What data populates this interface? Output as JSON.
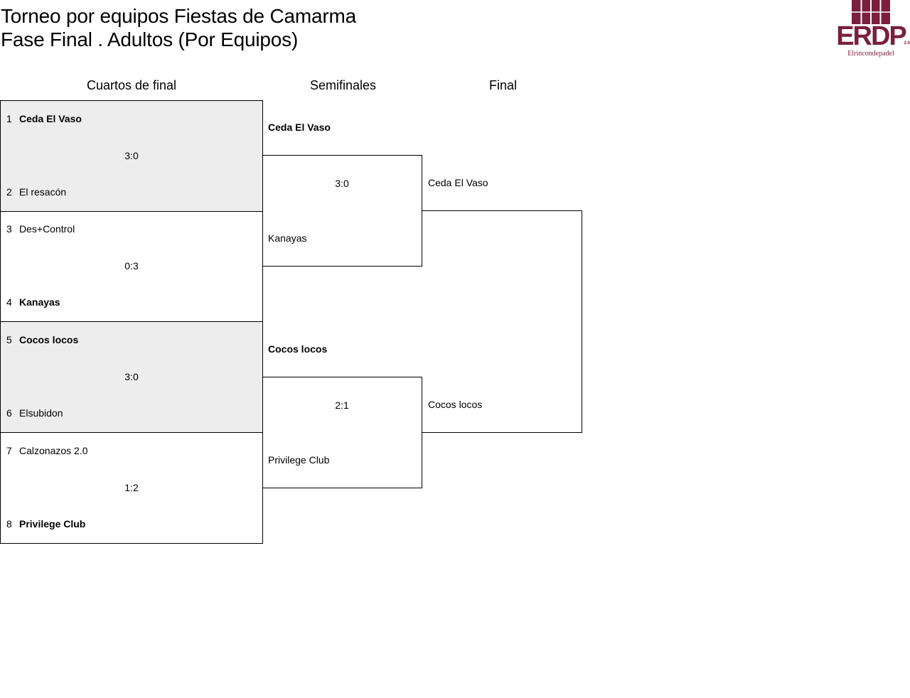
{
  "header": {
    "title_line1": "Torneo por equipos Fiestas de Camarma",
    "title_line2": "Fase Final . Adultos (Por Equipos)"
  },
  "logo": {
    "text": "ERDP",
    "version": "2.0",
    "subtitle": "Elrincondepadel",
    "color": "#7a1f3d"
  },
  "rounds": {
    "quarterfinals": "Cuartos de final",
    "semifinals": "Semifinales",
    "final": "Final"
  },
  "quarterfinals": [
    {
      "seed_a": "1",
      "team_a": "Ceda El Vaso",
      "score": "3:0",
      "seed_b": "2",
      "team_b": "El resacón",
      "winner": "a"
    },
    {
      "seed_a": "3",
      "team_a": "Des+Control",
      "score": "0:3",
      "seed_b": "4",
      "team_b": "Kanayas",
      "winner": "b"
    },
    {
      "seed_a": "5",
      "team_a": "Cocos locos",
      "score": "3:0",
      "seed_b": "6",
      "team_b": "Elsubidon",
      "winner": "a"
    },
    {
      "seed_a": "7",
      "team_a": "Calzonazos 2.0",
      "score": "1:2",
      "seed_b": "8",
      "team_b": "Privilege Club",
      "winner": "b"
    }
  ],
  "semifinals": [
    {
      "team_a": "Ceda El Vaso",
      "score": "3:0",
      "team_b": "Kanayas",
      "winner": "a"
    },
    {
      "team_a": "Cocos locos",
      "score": "2:1",
      "team_b": "Privilege Club",
      "winner": "a"
    }
  ],
  "final": {
    "team_a": "Ceda El Vaso",
    "team_b": "Cocos locos"
  },
  "colors": {
    "shaded_box": "#ededed",
    "brand": "#7a1f3d"
  }
}
